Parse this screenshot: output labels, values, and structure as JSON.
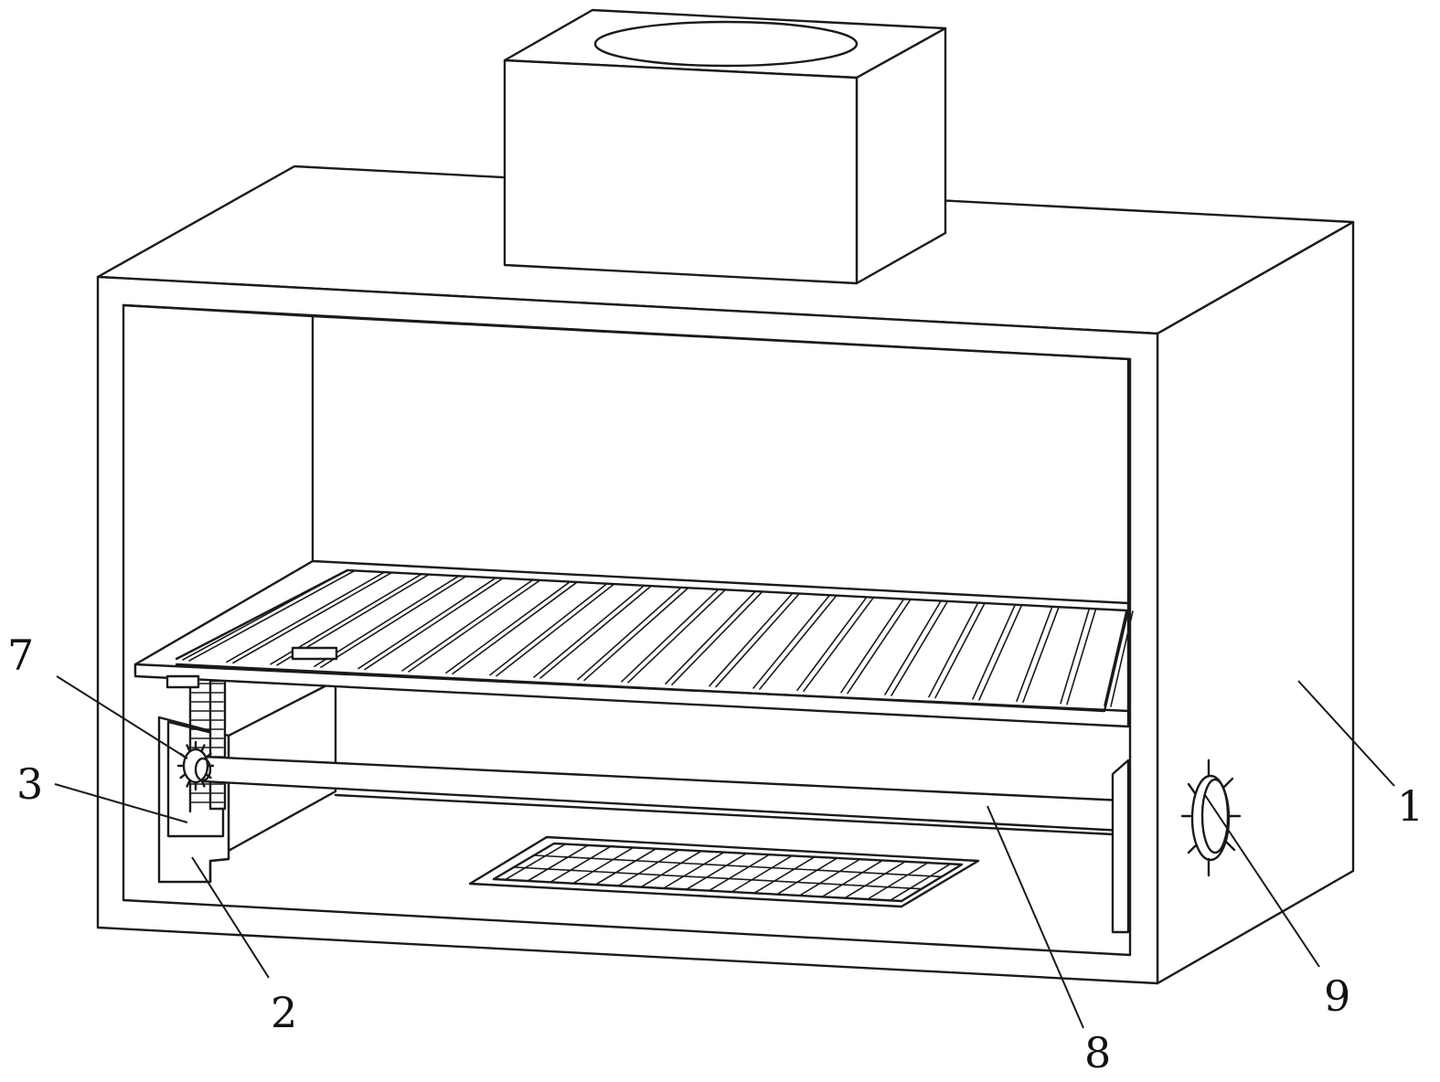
{
  "callouts": [
    {
      "key": "body",
      "text": "1"
    },
    {
      "key": "support-block",
      "text": "2"
    },
    {
      "key": "rack",
      "text": "3"
    },
    {
      "key": "gear",
      "text": "7"
    },
    {
      "key": "rotating-shaft",
      "text": "8"
    },
    {
      "key": "handwheel",
      "text": "9"
    }
  ],
  "colors": {
    "line": "#1a1a1a",
    "background": "#ffffff"
  }
}
